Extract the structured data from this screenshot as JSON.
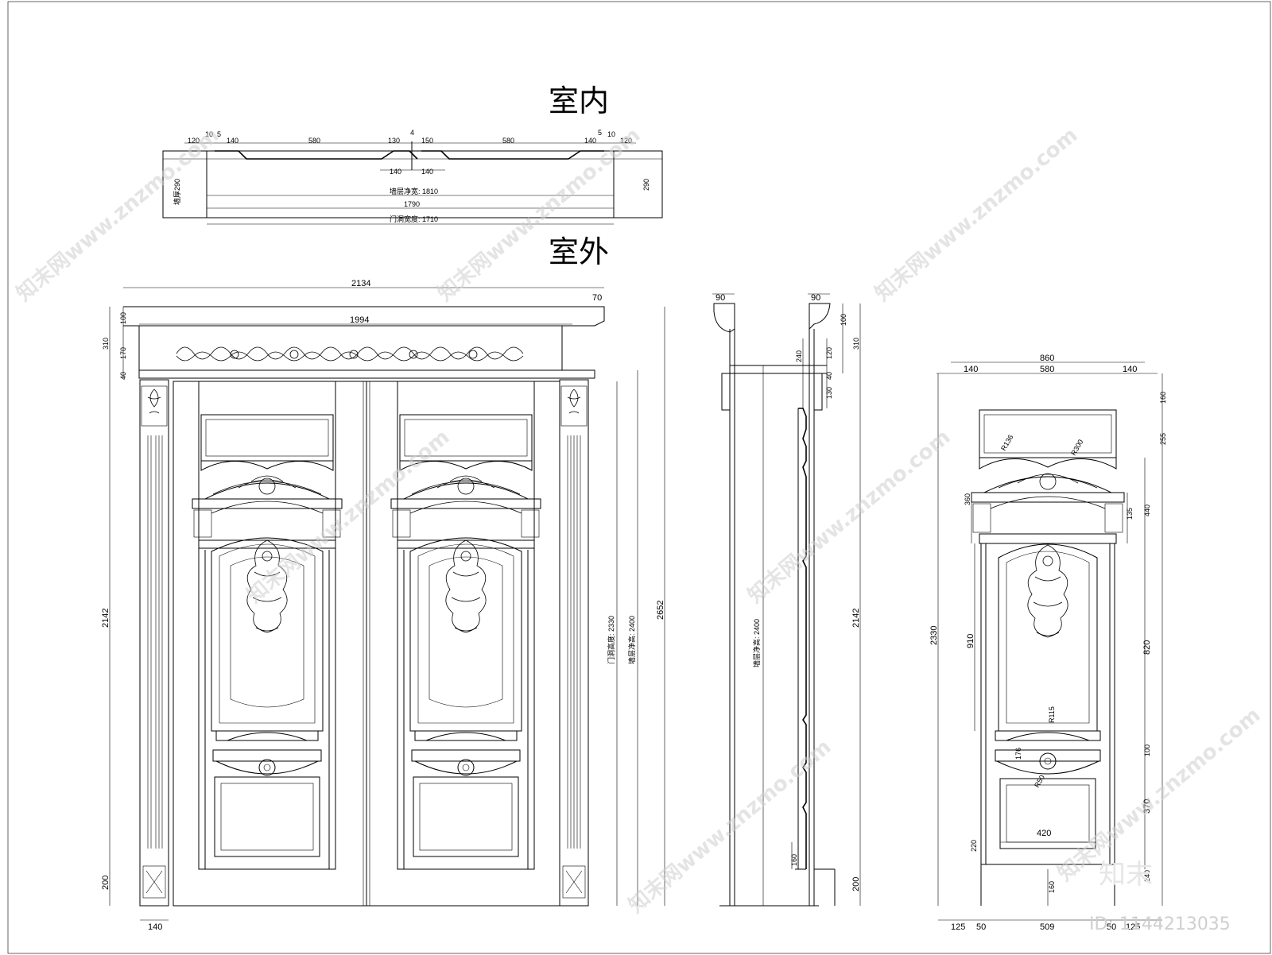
{
  "headings": {
    "indoor": "室内",
    "outdoor": "室外"
  },
  "plan_dims": {
    "top": [
      "10",
      "5",
      "120",
      "140",
      "580",
      "130",
      "4",
      "150",
      "580",
      "140",
      "5",
      "10",
      "120"
    ],
    "sub": [
      "140",
      "140"
    ],
    "left_v": "墙厚290",
    "right_v": "290",
    "d1": "墙层净宽: 1810",
    "d2": "1790",
    "d3": "门洞宽度: 1710"
  },
  "front_dims": {
    "w_total": "2134",
    "w_inner": "1994",
    "overhang": "70",
    "h_top1": "100",
    "h_top2": "310",
    "h_top3": "170",
    "h_top4": "40",
    "h_main": "2142",
    "h_base": "200",
    "w_base": "140",
    "v1": "门洞高度: 2330",
    "v2": "墙层净高: 2400",
    "v3": "2652"
  },
  "side_dims": {
    "top_a": "90",
    "top_b": "90",
    "v100": "100",
    "v310": "310",
    "v240": "240",
    "v120": "120",
    "v40": "40",
    "v130": "130",
    "v2400": "墙层净高: 2400",
    "v2142": "2142",
    "v160": "160",
    "v200": "200"
  },
  "right_dims": {
    "w860": "860",
    "w140a": "140",
    "w580": "580",
    "w140b": "140",
    "v160": "160",
    "v255": "255",
    "r136": "R136",
    "r300": "R300",
    "v360": "360",
    "v135": "135",
    "v440": "440",
    "v2330": "2330",
    "v910": "910",
    "v820": "820",
    "r115": "R115",
    "v176": "176",
    "r50": "R50",
    "v100": "100",
    "v370": "370",
    "w420": "420",
    "v220": "220",
    "v240": "240",
    "v160b": "160",
    "b125a": "125",
    "b50a": "50",
    "b509": "509",
    "b50b": "50",
    "b125b": "125"
  },
  "watermark": {
    "text": "知末网www.znzmo.com",
    "logo": "知末",
    "id": "ID: 1144213035"
  }
}
